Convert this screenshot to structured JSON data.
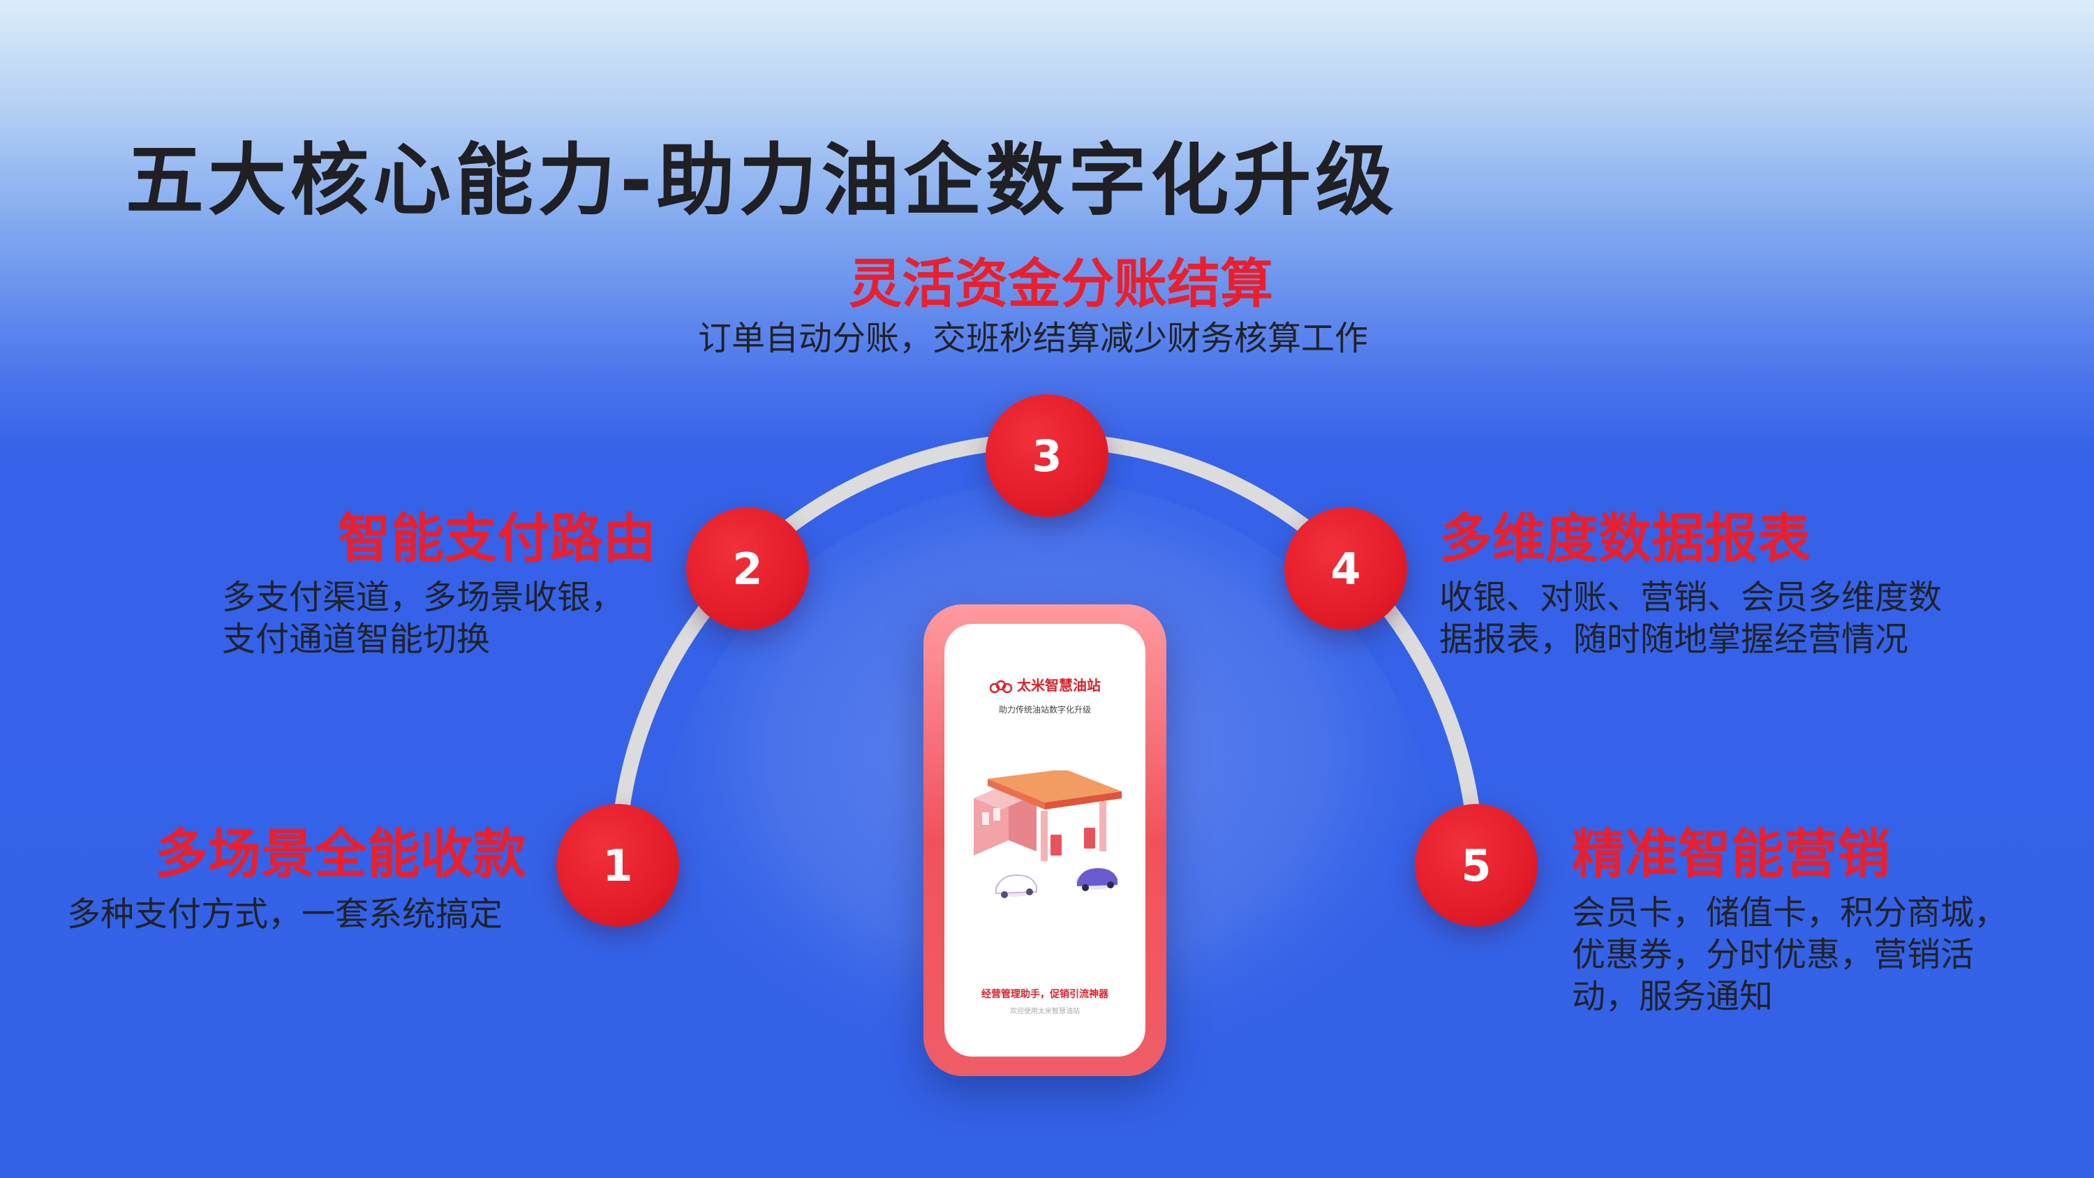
{
  "title": "五大核心能力-助力油企数字化升级",
  "features": [
    {
      "number": "1",
      "heading": "多场景全能收款",
      "lines": [
        "多种支付方式，一套系统搞定"
      ]
    },
    {
      "number": "2",
      "heading": "智能支付路由",
      "lines": [
        "多支付渠道，多场景收银，",
        "支付通道智能切换"
      ]
    },
    {
      "number": "3",
      "heading": "灵活资金分账结算",
      "lines": [
        "订单自动分账，交班秒结算减少财务核算工作"
      ]
    },
    {
      "number": "4",
      "heading": "多维度数据报表",
      "lines": [
        "收银、对账、营销、会员多维度数",
        "据报表，随时随地掌握经营情况"
      ]
    },
    {
      "number": "5",
      "heading": "精准智能营销",
      "lines": [
        "会员卡，储值卡，积分商城，",
        "优惠券，分时优惠，营销活",
        "动，服务通知"
      ]
    }
  ],
  "phone": {
    "brand": "太米智慧油站",
    "subtitle": "助力传统油站数字化升级",
    "slogan": "经营管理助手，促销引流神器",
    "welcome": "欢迎使用太米智慧油站"
  },
  "colors": {
    "accent_red": "#e8202e",
    "background_blue": "#3462e7",
    "arc": "#dcdcdc"
  }
}
